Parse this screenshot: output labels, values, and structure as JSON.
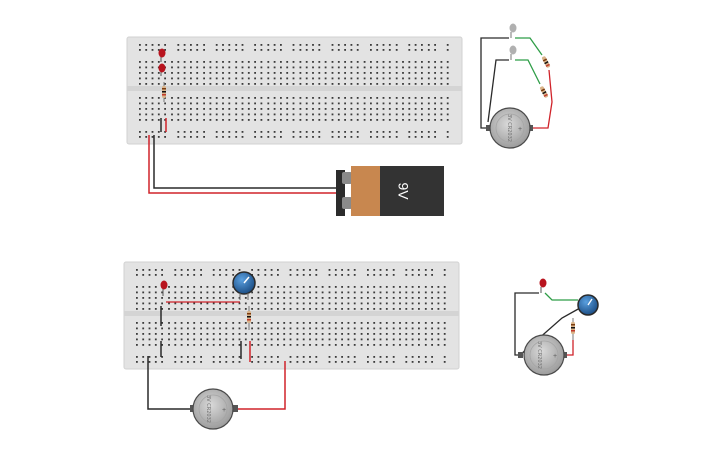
{
  "canvas": {
    "background": "#ffffff"
  },
  "battery": {
    "label": "9V"
  },
  "coin_cells": [
    {
      "text": "3V CR2032",
      "label": "+"
    },
    {
      "text": "3V CR2032",
      "label": "+"
    },
    {
      "text": "3V CR2032",
      "label": "+"
    }
  ],
  "colors": {
    "breadboard": "#e3e3e3",
    "hole": "#3b3b3b",
    "wire_red": "#d0232a",
    "wire_black": "#2a2a2a",
    "wire_green": "#2f9e48",
    "led_red": "#b8141e",
    "led_off": "#b0b0b0",
    "pot": "#2c6fb2",
    "battery_body": "#333333",
    "battery_label": "#c8874f",
    "coin_cell": "#b9b9b9"
  },
  "icons": [
    "breadboard",
    "led",
    "resistor",
    "potentiometer",
    "9v-battery",
    "coin-cell-battery",
    "wire"
  ]
}
